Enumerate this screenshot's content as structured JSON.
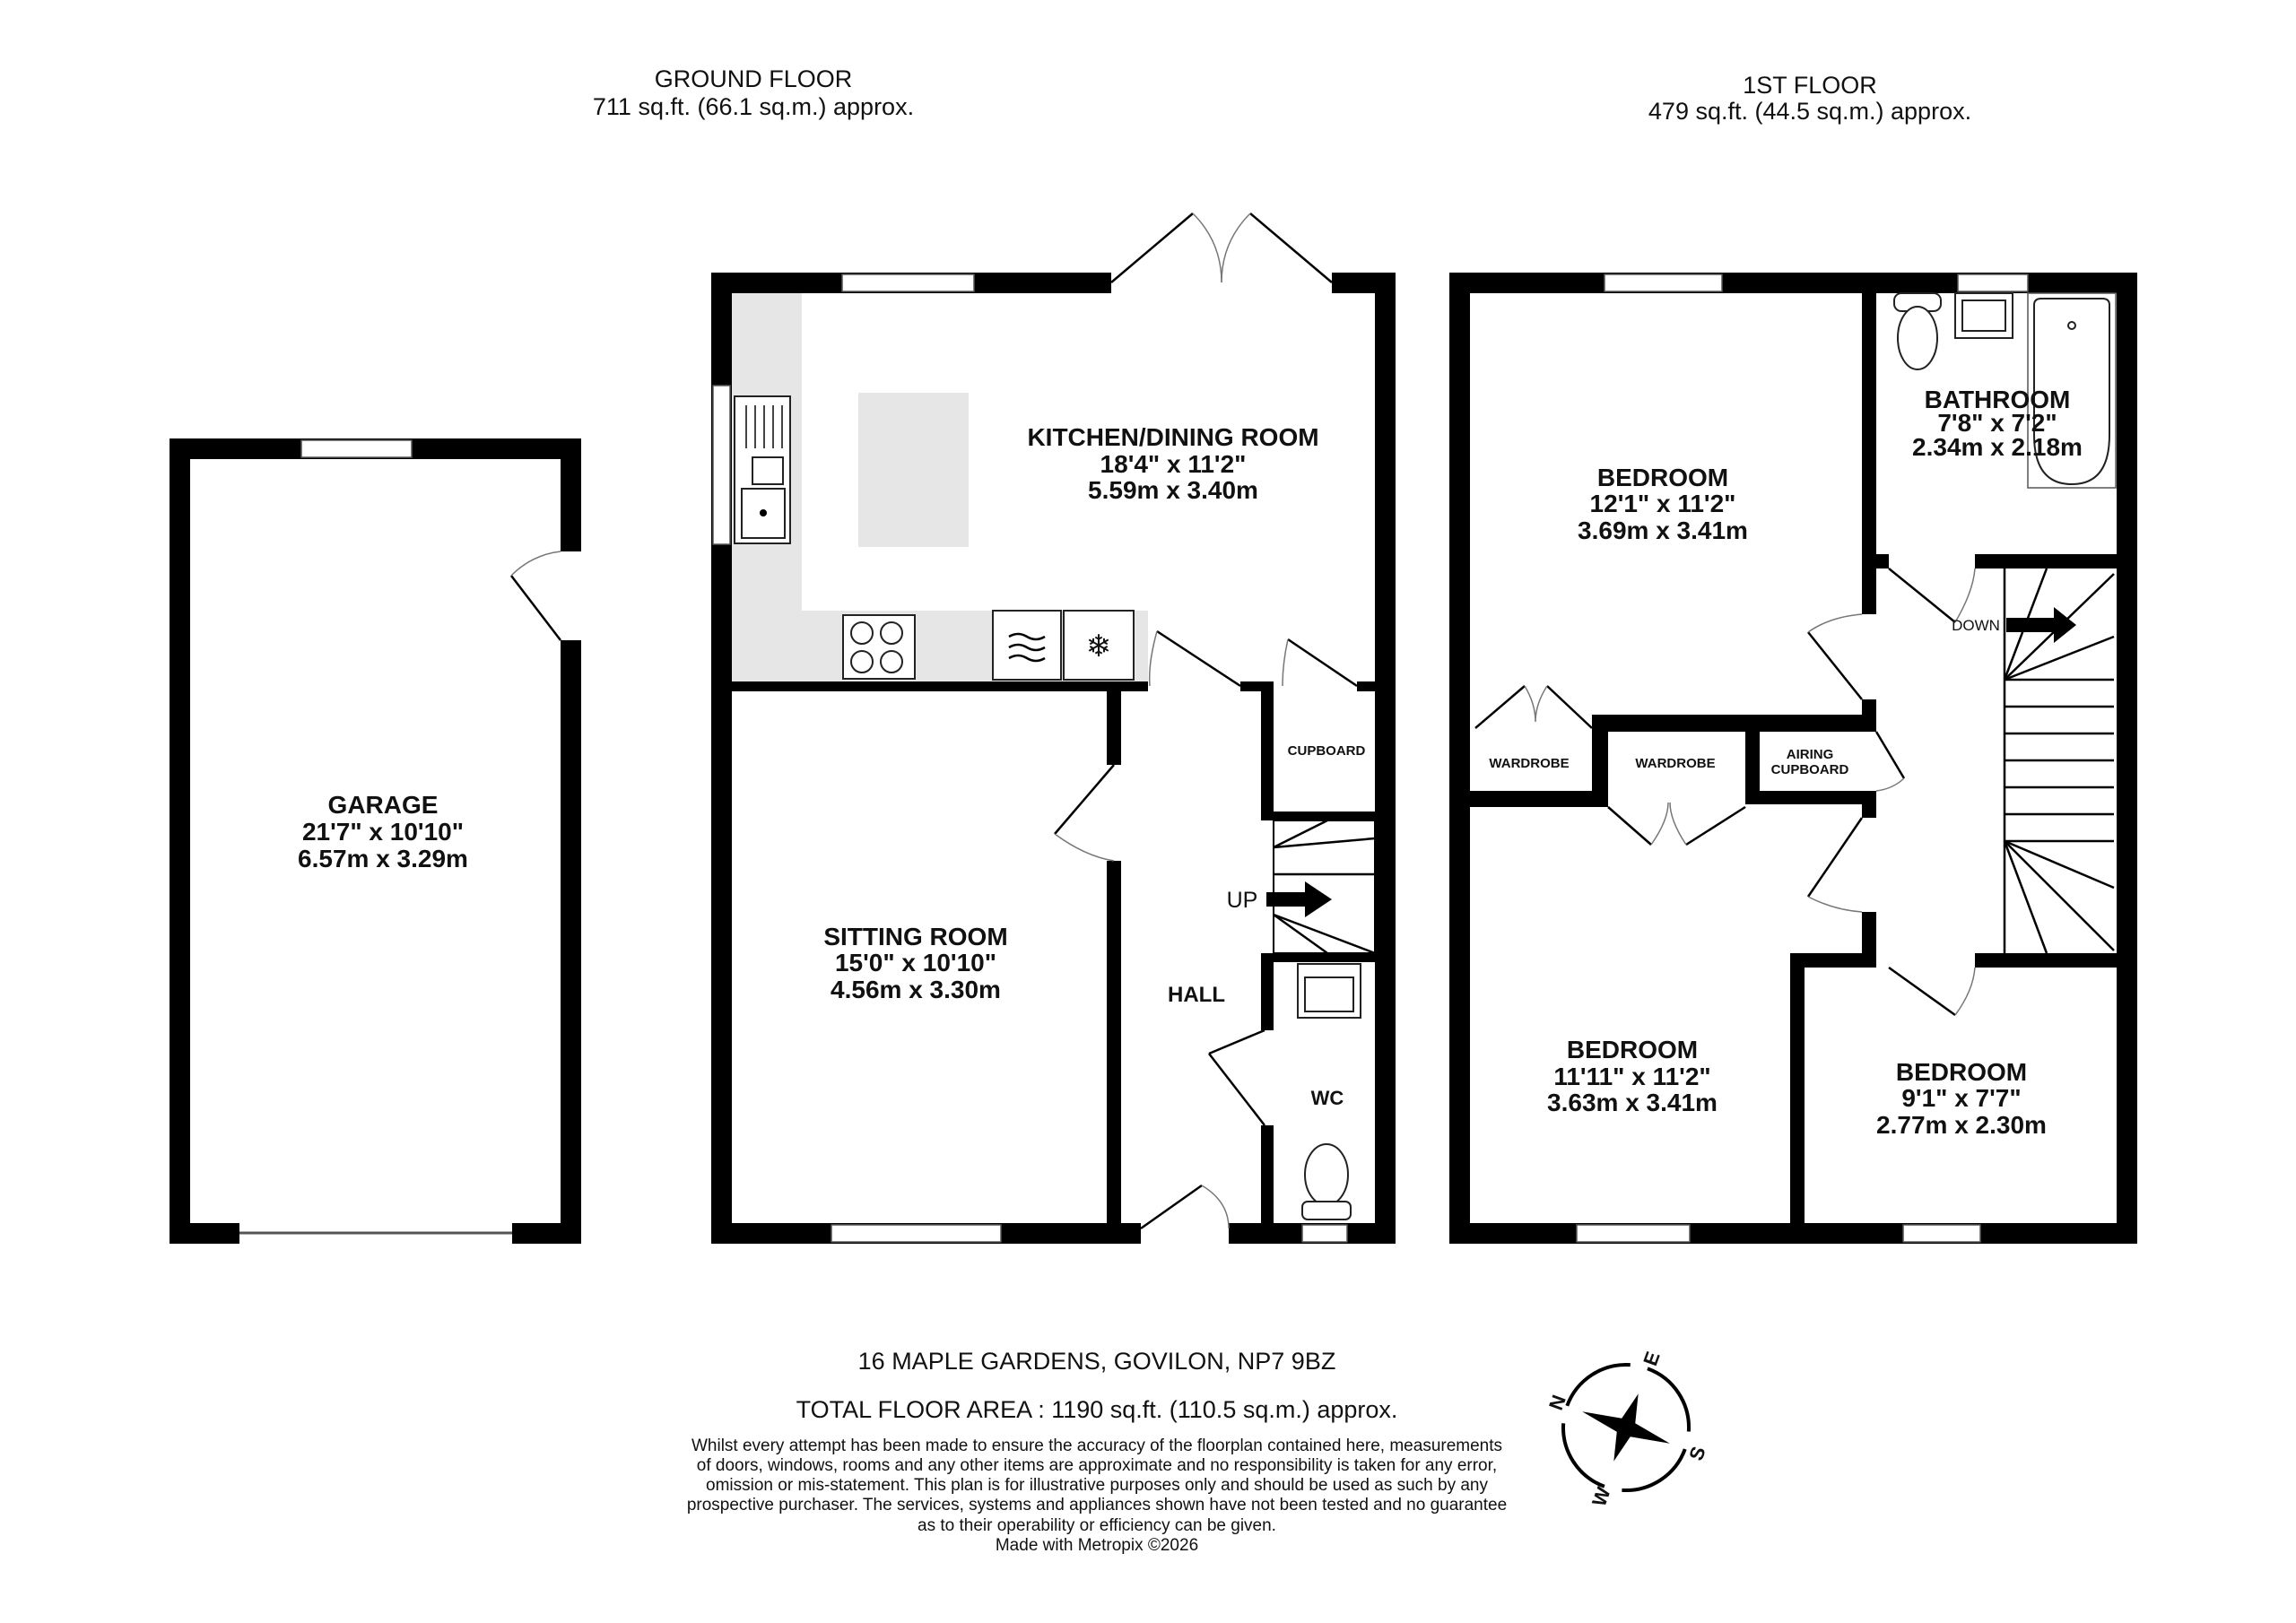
{
  "ground_floor": {
    "title": "GROUND FLOOR",
    "area": "711 sq.ft. (66.1 sq.m.) approx.",
    "rooms": {
      "garage": {
        "name": "GARAGE",
        "imperial": "21'7\"  x 10'10\"",
        "metric": "6.57m  x 3.29m"
      },
      "kitchen": {
        "name": "KITCHEN/DINING ROOM",
        "imperial": "18'4\"  x 11'2\"",
        "metric": "5.59m  x 3.40m"
      },
      "sitting": {
        "name": "SITTING ROOM",
        "imperial": "15'0\"  x 10'10\"",
        "metric": "4.56m  x 3.30m"
      },
      "hall": {
        "name": "HALL"
      },
      "wc": {
        "name": "WC"
      },
      "cupboard": {
        "name": "CUPBOARD"
      }
    },
    "stairs_label": "UP"
  },
  "first_floor": {
    "title": "1ST FLOOR",
    "area": "479 sq.ft. (44.5 sq.m.) approx.",
    "rooms": {
      "bedroom1": {
        "name": "BEDROOM",
        "imperial": "12'1\"  x 11'2\"",
        "metric": "3.69m  x 3.41m"
      },
      "bathroom": {
        "name": "BATHROOM",
        "imperial": "7'8\"  x 7'2\"",
        "metric": "2.34m  x 2.18m"
      },
      "bedroom2": {
        "name": "BEDROOM",
        "imperial": "11'11\"  x 11'2\"",
        "metric": "3.63m  x 3.41m"
      },
      "bedroom3": {
        "name": "BEDROOM",
        "imperial": "9'1\"  x 7'7\"",
        "metric": "2.77m  x 2.30m"
      },
      "wardrobe1": {
        "name": "WARDROBE"
      },
      "wardrobe2": {
        "name": "WARDROBE"
      },
      "airing": {
        "line1": "AIRING",
        "line2": "CUPBOARD"
      }
    },
    "stairs_label": "DOWN"
  },
  "footer": {
    "address": "16 MAPLE GARDENS, GOVILON, NP7 9BZ",
    "total_area": "TOTAL FLOOR AREA : 1190 sq.ft. (110.5 sq.m.) approx.",
    "disclaimer": [
      "Whilst every attempt has been made to ensure the accuracy of the floorplan contained here, measurements",
      "of doors, windows, rooms and any other items are approximate and no responsibility is taken for any error,",
      "omission or mis-statement. This plan is for illustrative purposes only and should be used as such by any",
      "prospective purchaser. The services, systems and appliances shown have not been tested and no guarantee",
      "as to their operability or efficiency can be given."
    ],
    "credit": "Made with Metropix ©2026"
  },
  "compass": {
    "n": "N",
    "e": "E",
    "s": "S",
    "w": "W"
  },
  "colors": {
    "wall": "#000000",
    "worktop": "#e6e6e6"
  }
}
